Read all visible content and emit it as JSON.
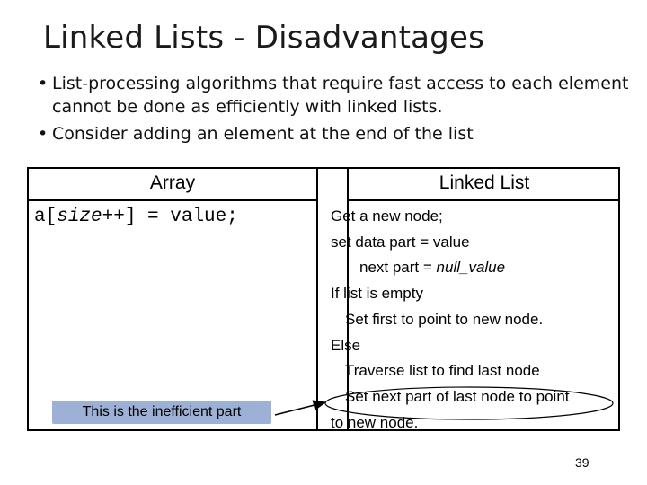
{
  "slide": {
    "title": "Linked Lists - Disadvantages",
    "bullets": [
      "List-processing algorithms that require fast access to each element cannot be done as efficiently with linked lists.",
      "Consider adding an element at the end of the list"
    ],
    "bullet_glyph": "•",
    "page_number": "39"
  },
  "table": {
    "headers": [
      "Array",
      "Linked List"
    ],
    "array_code": {
      "prefix": "a[",
      "italic": "size",
      "suffix": "++] = value;"
    },
    "linked_list_lines": [
      "Get a new node;",
      "set data part = value",
      "next part = ",
      "null_value",
      "If list is empty",
      "Set first to point to new node.",
      "Else",
      "Traverse list to find last node",
      "Set next part of last node to point",
      "to new node."
    ]
  },
  "callout": {
    "text": "This is the inefficient part",
    "color": "#9db0d6"
  }
}
